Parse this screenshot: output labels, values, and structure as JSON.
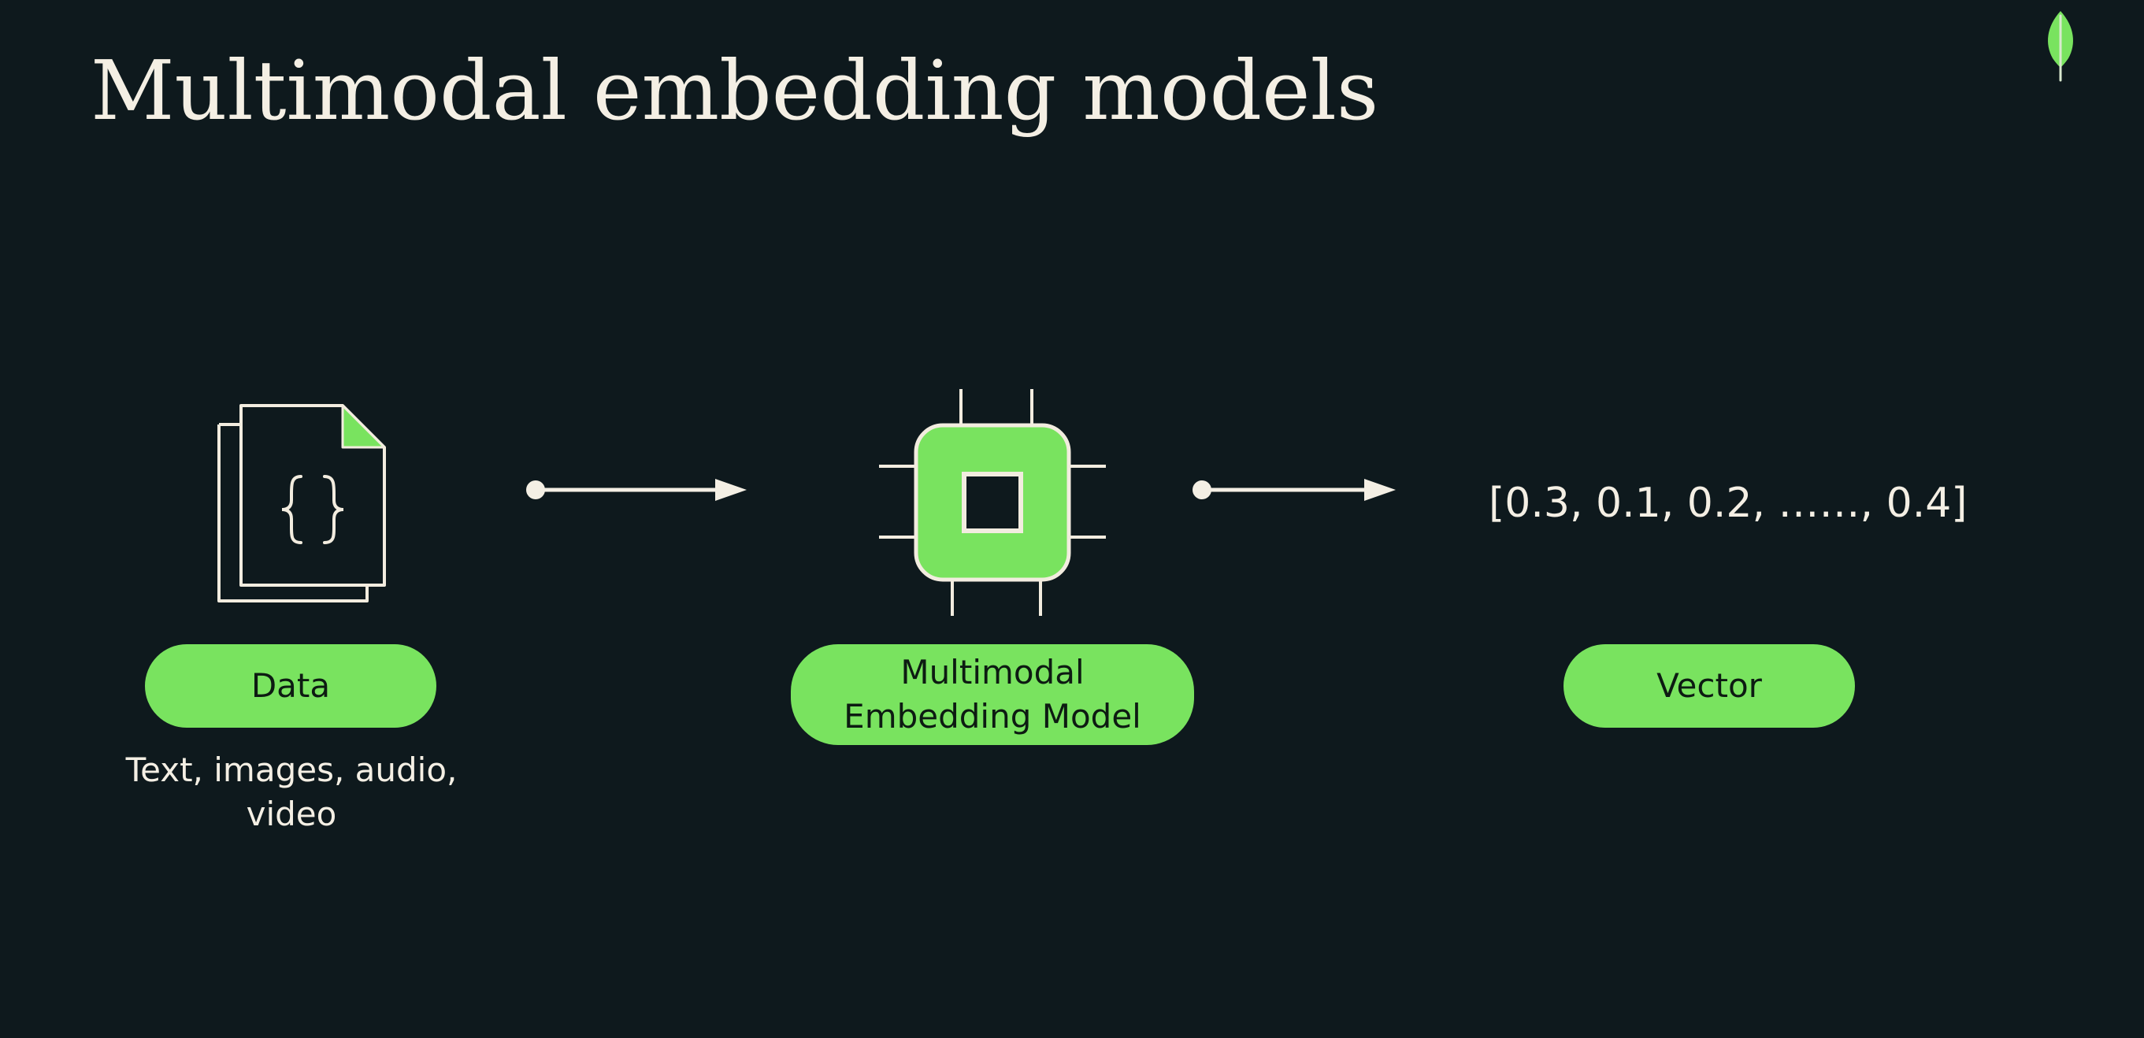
{
  "slide": {
    "title": "Multimodal embedding models"
  },
  "colors": {
    "background": "#0e191d",
    "accent_green": "#79e35f",
    "text_light": "#f4efe4"
  },
  "icons": {
    "logo": "leaf-icon",
    "data": "document-braces-icon",
    "model": "chip-icon",
    "arrows": "arrow-right-icon"
  },
  "diagram": {
    "data": {
      "label": "Data",
      "caption_line1": "Text, images, audio,",
      "caption_line2": "video"
    },
    "model": {
      "label_line1": "Multimodal",
      "label_line2": "Embedding Model"
    },
    "vector": {
      "value": "[0.3, 0.1, 0.2, ……, 0.4]",
      "label": "Vector"
    }
  }
}
